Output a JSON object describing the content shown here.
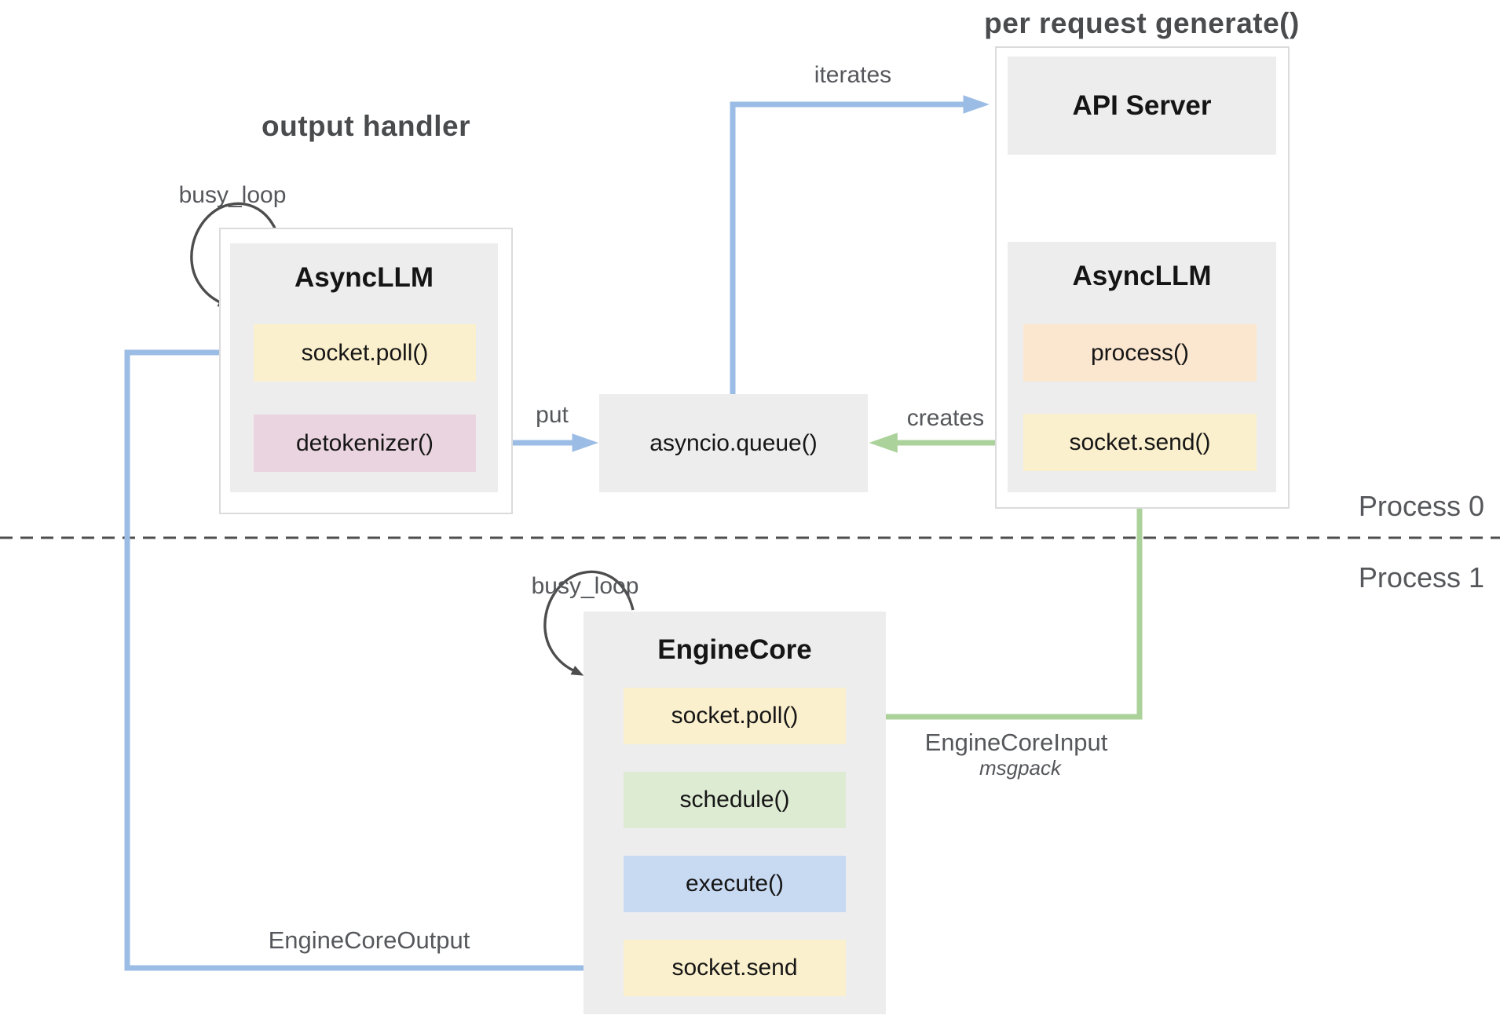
{
  "titles": {
    "output_handler": "output handler",
    "per_request_generate": "per request generate()"
  },
  "process_labels": {
    "process0": "Process 0",
    "process1": "Process 1"
  },
  "arrow_labels": {
    "busy_loop_top": "busy_loop",
    "busy_loop_bottom": "busy_loop",
    "iterates": "iterates",
    "put": "put",
    "creates": "creates",
    "engine_core_input": "EngineCoreInput",
    "engine_core_input_format": "msgpack",
    "engine_core_output": "EngineCoreOutput"
  },
  "nodes": {
    "output_handler_asyncllm": {
      "title": "AsyncLLM",
      "methods": [
        {
          "label": "socket.poll()",
          "color": "#FBF0CD"
        },
        {
          "label": "detokenizer()",
          "color": "#E9D4DF"
        }
      ]
    },
    "asyncio_queue": {
      "label": "asyncio.queue()"
    },
    "api_server": {
      "title": "API Server"
    },
    "generate_asyncllm": {
      "title": "AsyncLLM",
      "methods": [
        {
          "label": "process()",
          "color": "#FBE6CF"
        },
        {
          "label": "socket.send()",
          "color": "#FBF0CD"
        }
      ]
    },
    "engine_core": {
      "title": "EngineCore",
      "methods": [
        {
          "label": "socket.poll()",
          "color": "#FBF0CD"
        },
        {
          "label": "schedule()",
          "color": "#DDEBD3"
        },
        {
          "label": "execute()",
          "color": "#C8D9F2"
        },
        {
          "label": "socket.send",
          "color": "#FBF0CD"
        }
      ]
    }
  },
  "colors": {
    "arrow_blue": "#9BBCE5",
    "arrow_green": "#ABD29A",
    "loop_arrow": "#4D4D4D",
    "divider": "#4D4D4D",
    "node_bg": "#EDEDED",
    "outer_border": "#DBDBDB",
    "label_text": "#55575B",
    "title_text": "#4A4B4D"
  }
}
